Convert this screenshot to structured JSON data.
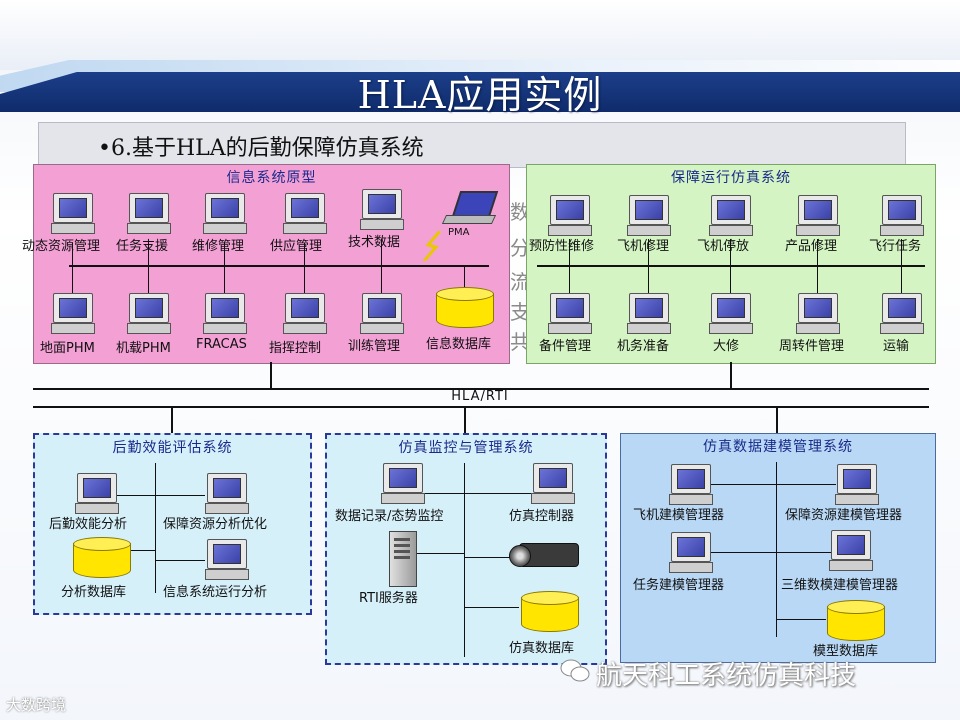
{
  "title": "HLA应用实例",
  "subtitle": "•6.基于HLA的后勤保障仿真系统",
  "bus_label": "HLA/RTI",
  "info_system": {
    "title": "信息系统原型",
    "top_row": [
      "动态资源管理",
      "任务支援",
      "维修管理",
      "供应管理",
      "技术数据",
      "PMA"
    ],
    "bottom_row": [
      "地面PHM",
      "机载PHM",
      "FRACAS",
      "指挥控制",
      "训练管理",
      "信息数据库"
    ]
  },
  "support_system": {
    "title": "保障运行仿真系统",
    "top_row": [
      "预防性维修",
      "飞机修理",
      "飞机停放",
      "产品修理",
      "飞行任务"
    ],
    "bottom_row": [
      "备件管理",
      "机务准备",
      "大修",
      "周转件管理",
      "运输"
    ]
  },
  "eval_system": {
    "title": "后勤效能评估系统",
    "items": [
      "后勤效能分析",
      "保障资源分析优化",
      "分析数据库",
      "信息系统运行分析"
    ]
  },
  "monitor_system": {
    "title": "仿真监控与管理系统",
    "items": [
      "数据记录/态势监控",
      "仿真控制器",
      "RTI服务器",
      "仿真数据库"
    ]
  },
  "model_system": {
    "title": "仿真数据建模管理系统",
    "items": [
      "飞机建模管理器",
      "保障资源建模管理器",
      "任务建模管理器",
      "三维数模建模管理器",
      "模型数据库"
    ]
  },
  "background_chars": [
    "数",
    "分",
    "流",
    "支",
    "共"
  ],
  "watermark": "航天科工系统仿真科技",
  "corner_logo": "大数跨境",
  "colors": {
    "header_blue": "#1c3f8a",
    "info_pink": "#f3a0d5",
    "support_green": "#d4f5c3",
    "model_blue": "#b9d8f5",
    "db_yellow": "#ffe500"
  }
}
